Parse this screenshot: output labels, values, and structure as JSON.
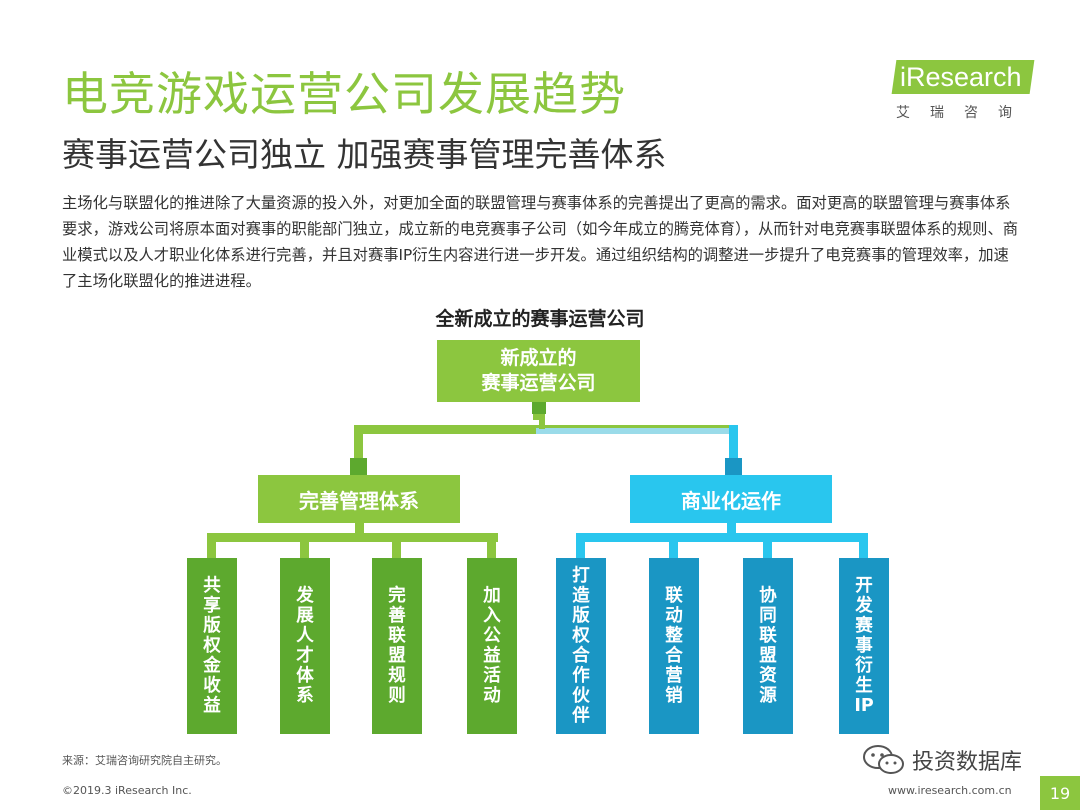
{
  "header": {
    "title": "电竞游戏运营公司发展趋势",
    "subtitle": "赛事运营公司独立 加强赛事管理完善体系"
  },
  "logo": {
    "brand": "iResearch",
    "cn": "艾瑞咨询"
  },
  "body_text": "主场化与联盟化的推进除了大量资源的投入外，对更加全面的联盟管理与赛事体系的完善提出了更高的需求。面对更高的联盟管理与赛事体系要求，游戏公司将原本面对赛事的职能部门独立，成立新的电竞赛事子公司（如今年成立的腾竞体育），从而针对电竞赛事联盟体系的规则、商业模式以及人才职业化体系进行完善，并且对赛事IP衍生内容进行进一步开发。通过组织结构的调整进一步提升了电竞赛事的管理效率，加速了主场化联盟化的推进进程。",
  "diagram": {
    "title": "全新成立的赛事运营公司",
    "root": {
      "line1": "新成立的",
      "line2": "赛事运营公司"
    },
    "left_branch": {
      "label": "完善管理体系",
      "leaves": [
        "共享版权金收益",
        "发展人才体系",
        "完善联盟规则",
        "加入公益活动"
      ]
    },
    "right_branch": {
      "label": "商业化运作",
      "leaves": [
        "打造版权合作伙伴",
        "联动整合营销",
        "协同联盟资源",
        "开发赛事衍生IP"
      ]
    },
    "colors": {
      "green": "#8cc63f",
      "dark_green": "#5da92e",
      "blue": "#29c6ee",
      "dark_blue": "#1a96c4"
    }
  },
  "footer": {
    "source": "来源：艾瑞咨询研究院自主研究。",
    "copyright": "©2019.3 iResearch Inc.",
    "website": "www.iresearch.com.cn",
    "page": "19",
    "watermark": "投资数据库",
    "watermark_icon": "wechat-icon"
  }
}
